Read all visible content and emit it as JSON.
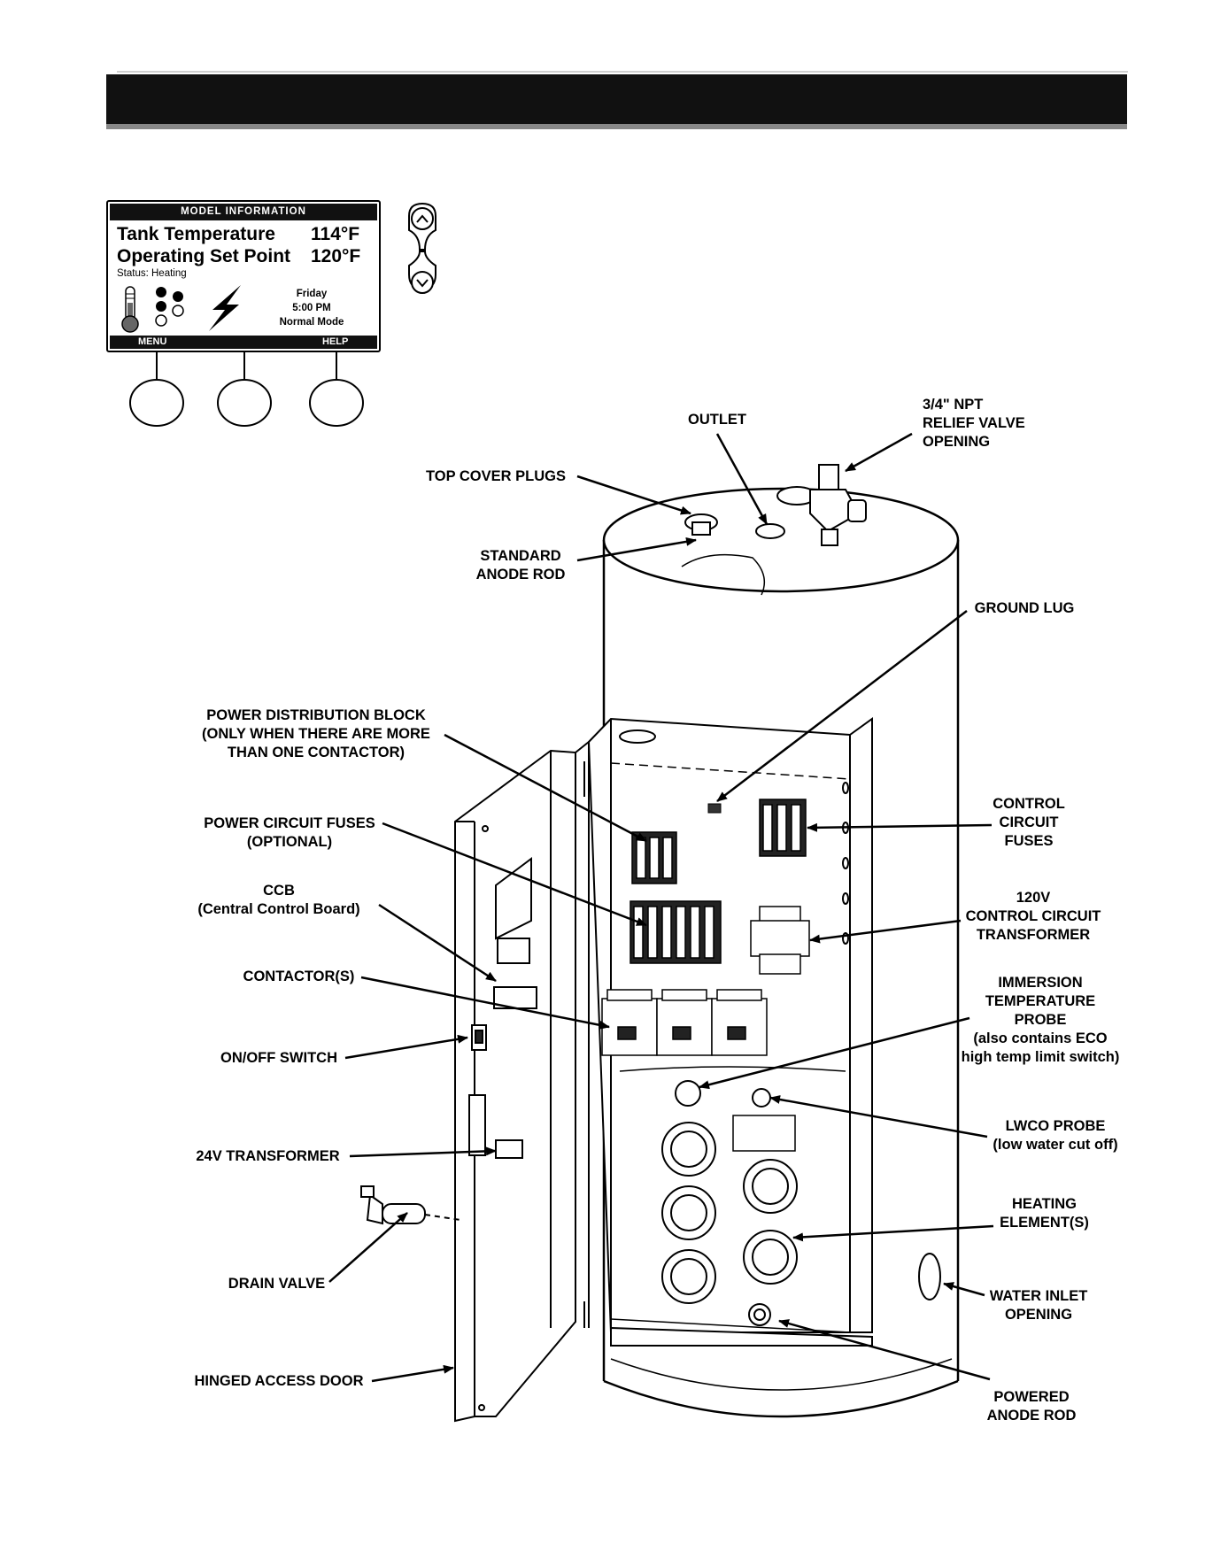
{
  "display": {
    "title": "MODEL INFORMATION",
    "tank_temperature_label": "Tank Temperature",
    "tank_temperature_value": "114°F",
    "set_point_label": "Operating Set Point",
    "set_point_value": "120°F",
    "status": "Status: Heating",
    "day": "Friday",
    "time": "5:00 PM",
    "mode": "Normal Mode",
    "menu_label": "MENU",
    "help_label": "HELP"
  },
  "labels": {
    "outlet": [
      "OUTLET"
    ],
    "relief_valve": [
      "3/4\" NPT",
      "RELIEF VALVE",
      "OPENING"
    ],
    "top_cover_plugs": [
      "TOP COVER PLUGS"
    ],
    "standard_anode": [
      "STANDARD",
      "ANODE ROD"
    ],
    "ground_lug": [
      "GROUND LUG"
    ],
    "power_distribution": [
      "POWER DISTRIBUTION BLOCK",
      "(ONLY WHEN THERE ARE MORE",
      "THAN ONE CONTACTOR)"
    ],
    "control_fuses": [
      "CONTROL",
      "CIRCUIT",
      "FUSES"
    ],
    "power_fuses": [
      "POWER CIRCUIT FUSES",
      "(OPTIONAL)"
    ],
    "ccb": [
      "CCB",
      "(Central Control Board)"
    ],
    "transformer_120v": [
      "120V",
      "CONTROL CIRCUIT",
      "TRANSFORMER"
    ],
    "contactors": [
      "CONTACTOR(S)"
    ],
    "immersion_probe": [
      "IMMERSION",
      "TEMPERATURE",
      "PROBE",
      "(also contains ECO",
      "high temp limit switch)"
    ],
    "onoff_switch": [
      "ON/OFF SWITCH"
    ],
    "lwco_probe": [
      "LWCO PROBE",
      "(low water cut off)"
    ],
    "transformer_24v": [
      "24V TRANSFORMER"
    ],
    "heating_elements": [
      "HEATING",
      "ELEMENT(S)"
    ],
    "drain_valve": [
      "DRAIN VALVE"
    ],
    "water_inlet": [
      "WATER INLET",
      "OPENING"
    ],
    "hinged_door": [
      "HINGED ACCESS DOOR"
    ],
    "powered_anode": [
      "POWERED",
      "ANODE ROD"
    ]
  }
}
